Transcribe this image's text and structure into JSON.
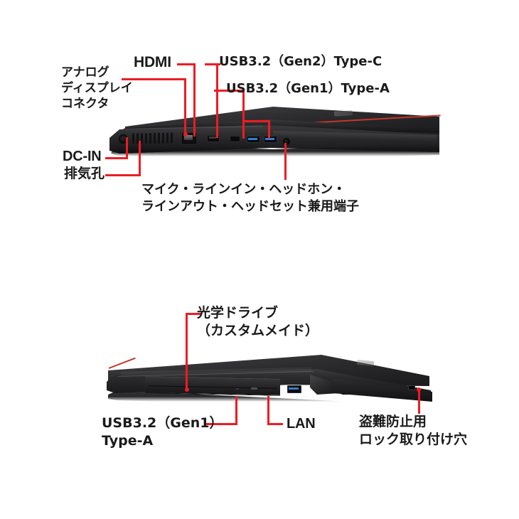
{
  "page": {
    "background_color": "#ffffff",
    "accent_color": "#ec1c24",
    "text_color": "#1a1a1a",
    "device_red_trim_color": "#c0392b"
  },
  "top_view": {
    "view_name": "laptop-left-rear-side-view",
    "callouts": [
      {
        "id": "analog-display-connector",
        "text": "アナログ\nディスプレイ\nコネクタ",
        "align": "left"
      },
      {
        "id": "hdmi",
        "text": "HDMI",
        "align": "left"
      },
      {
        "id": "usb-type-c",
        "text": "USB3.2（Gen2）Type-C",
        "align": "left"
      },
      {
        "id": "usb-type-a",
        "text": "USB3.2（Gen1）Type-A",
        "align": "left"
      },
      {
        "id": "dc-in",
        "text": "DC-IN",
        "align": "left"
      },
      {
        "id": "exhaust-vent",
        "text": "排気孔",
        "align": "left"
      },
      {
        "id": "audio-combo-jack",
        "text": "マイク・ラインイン・ヘッドホン・\nラインアウト・ヘッドセット兼用端子",
        "align": "left"
      }
    ]
  },
  "bottom_view": {
    "view_name": "laptop-right-front-side-view",
    "callouts": [
      {
        "id": "optical-drive",
        "text": "光学ドライブ\n（カスタムメイド）",
        "align": "left"
      },
      {
        "id": "usb-type-a",
        "text": "USB3.2（Gen1）\nType-A",
        "align": "left"
      },
      {
        "id": "lan",
        "text": "LAN",
        "align": "left"
      },
      {
        "id": "security-lock-slot",
        "text": "盗難防止用\nロック取り付け穴",
        "align": "left"
      }
    ]
  }
}
